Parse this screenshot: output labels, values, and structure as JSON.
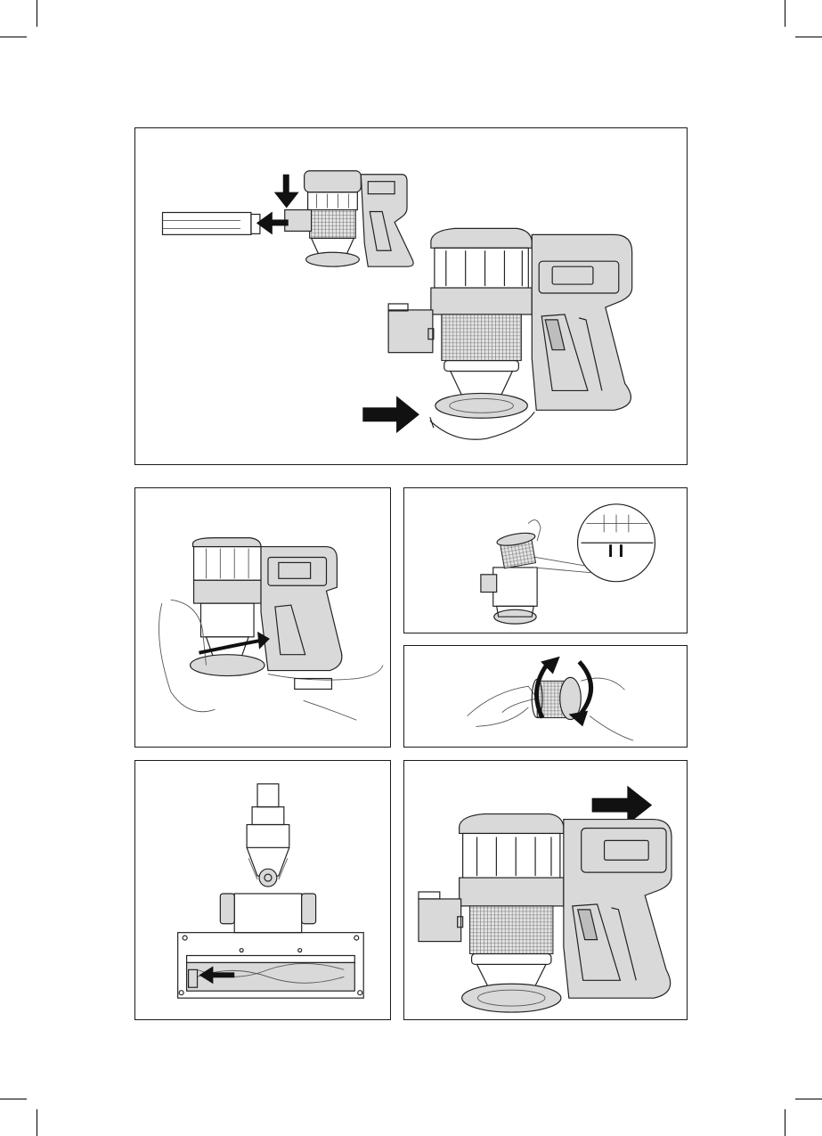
{
  "page": {
    "type": "instruction-manual-illustration-page",
    "text": []
  },
  "panels": [
    {
      "id": "p1",
      "depicts": "detach-handheld-from-tube"
    },
    {
      "id": "p2",
      "depicts": "twist-dust-bin"
    },
    {
      "id": "p3",
      "depicts": "remove-filter-from-bin"
    },
    {
      "id": "p4",
      "depicts": "clean-filter-by-twisting"
    },
    {
      "id": "p5",
      "depicts": "remove-brushroll-from-floor-head"
    },
    {
      "id": "p6",
      "depicts": "reattach-handheld-unit"
    }
  ],
  "icons": [
    "arrow-down-icon",
    "arrow-left-icon",
    "arrow-right-icon",
    "rotate-arrow-icon",
    "magnifier-callout-icon"
  ]
}
